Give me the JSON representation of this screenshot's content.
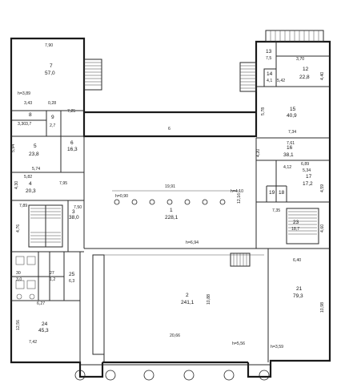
{
  "rooms": [
    {
      "id": "r7",
      "num": "7",
      "area": "57,0"
    },
    {
      "id": "r8",
      "num": "8",
      "area": "3,7"
    },
    {
      "id": "r9",
      "num": "9",
      "area": "2,7"
    },
    {
      "id": "r5",
      "num": "5",
      "area": "23,8"
    },
    {
      "id": "r6",
      "num": "6",
      "area": "16,3"
    },
    {
      "id": "r4",
      "num": "4",
      "area": "20,3"
    },
    {
      "id": "r3",
      "num": "3",
      "area": "38,0"
    },
    {
      "id": "r1",
      "num": "1",
      "area": "228,1"
    },
    {
      "id": "r13",
      "num": "13",
      "area": "7,5"
    },
    {
      "id": "r12",
      "num": "12",
      "area": "22,8"
    },
    {
      "id": "r14",
      "num": "14",
      "area": "4,1"
    },
    {
      "id": "r15",
      "num": "15",
      "area": "40,9"
    },
    {
      "id": "r16",
      "num": "16",
      "area": "38,1"
    },
    {
      "id": "r17",
      "num": "17",
      "area": "17,2"
    },
    {
      "id": "r19",
      "num": "19",
      "area": ""
    },
    {
      "id": "r18",
      "num": "18",
      "area": ""
    },
    {
      "id": "r23",
      "num": "23",
      "area": "18,7"
    },
    {
      "id": "r2",
      "num": "2",
      "area": "241,1"
    },
    {
      "id": "r21",
      "num": "21",
      "area": "79,3"
    },
    {
      "id": "r24",
      "num": "24",
      "area": "45,3"
    },
    {
      "id": "r25",
      "num": "25",
      "area": "6,3"
    },
    {
      "id": "r27",
      "num": "27",
      "area": "1,2"
    },
    {
      "id": "r30",
      "num": "30",
      "area": "3,0"
    }
  ],
  "dimensions": {
    "d790": "7,90",
    "h389": "h=3,89",
    "d343": "3,43",
    "d028": "0,28",
    "d574": "5,74",
    "d330": "3,30",
    "d582": "5,82",
    "d594": "5,94",
    "d795": "7,95",
    "d742": "7,42",
    "d789": "7,89",
    "d750": "7,50",
    "d6": "6",
    "d1991": "19,91",
    "h410": "h=4,10",
    "h490": "h=0,90",
    "h694": "h=6,94",
    "d1216": "12,16",
    "d542": "5,42",
    "d370": "3,70",
    "d578": "5,78",
    "d737": "7,34",
    "d761": "7,61",
    "d689": "6,89",
    "d534": "5,34",
    "d440": "4,40",
    "d420": "4,20",
    "d735": "7,35",
    "d460": "4,60",
    "d640": "6,40",
    "d1088": "10,88",
    "d1098": "10,98",
    "d2066": "20,66",
    "h556": "h=5,56",
    "h359": "h=3,59",
    "d627": "6,27",
    "d1256": "12,56",
    "d476": "4,76",
    "d725": "7,25",
    "d430": "4,30",
    "d412": "4,12",
    "d459": "4,59"
  }
}
